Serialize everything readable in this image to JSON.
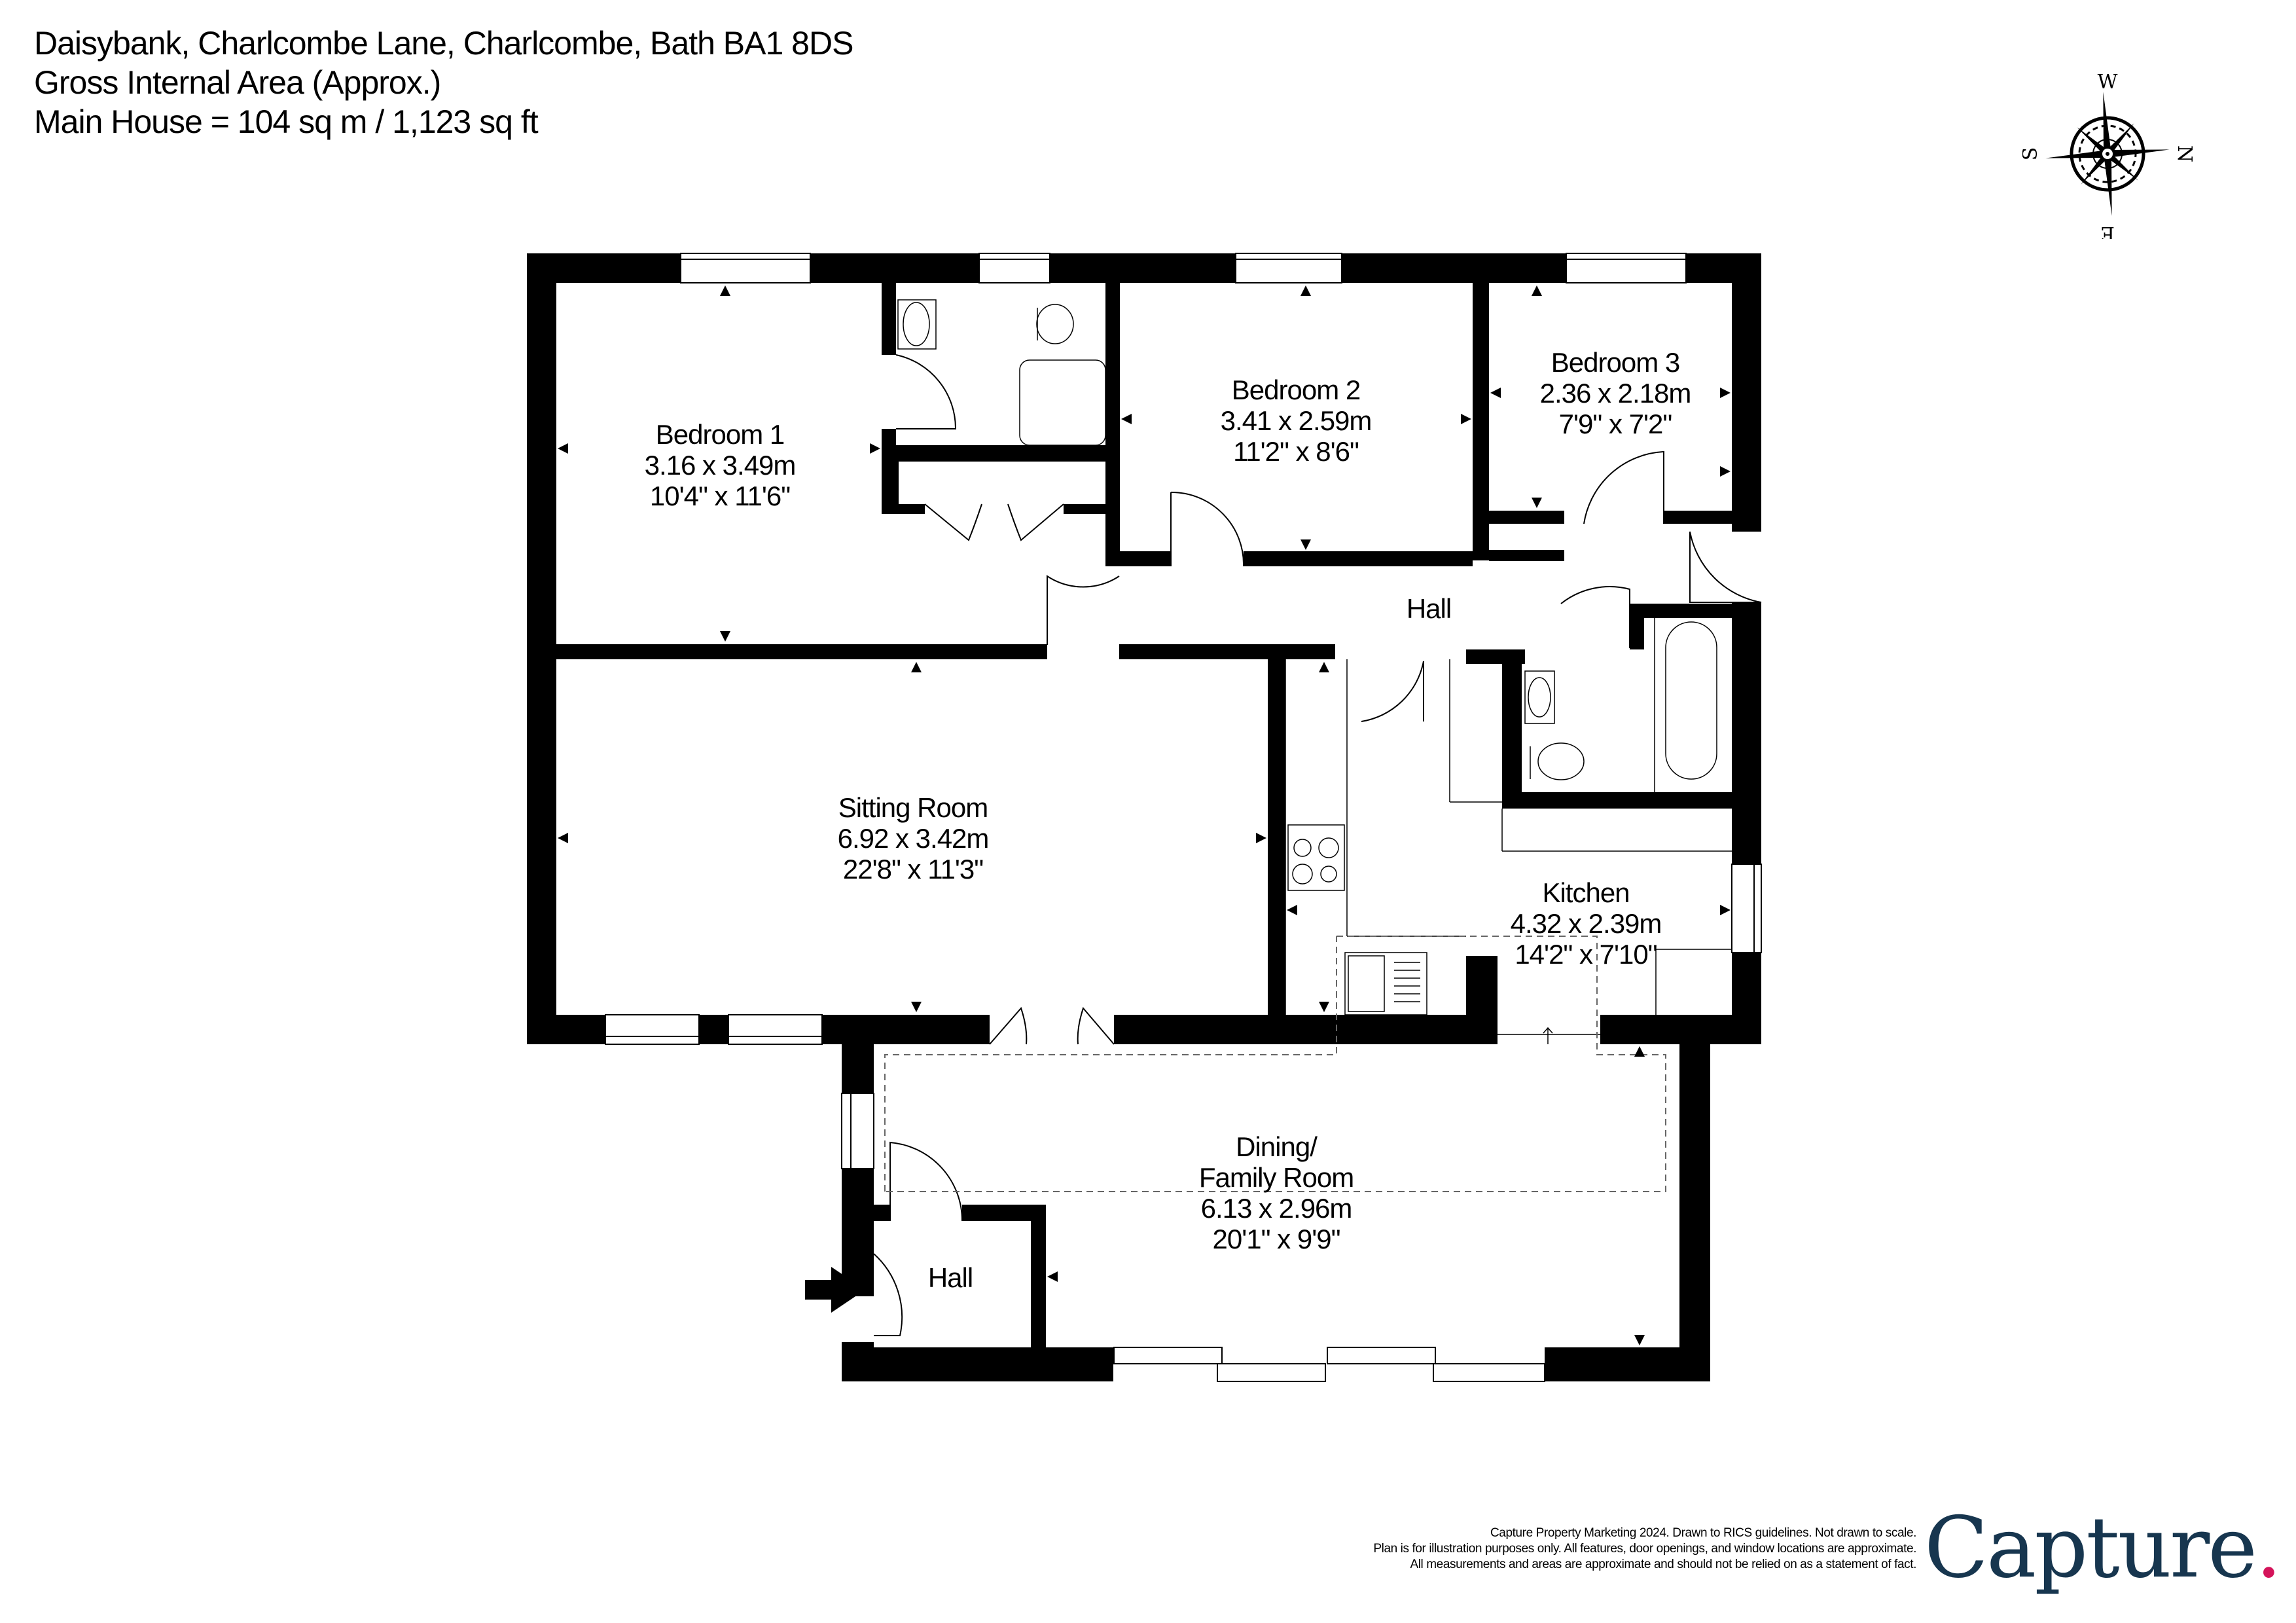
{
  "header": {
    "address": "Daisybank, Charlcombe Lane, Charlcombe, Bath BA1 8DS",
    "area_title": "Gross Internal Area (Approx.)",
    "area_value": "Main House = 104 sq m / 1,123 sq ft"
  },
  "compass": {
    "top": "W",
    "right": "N",
    "bottom": "E",
    "left": "S",
    "icon": "compass-rose-icon"
  },
  "rooms": {
    "bedroom1": {
      "name": "Bedroom 1",
      "metric": "3.16 x 3.49m",
      "imperial": "10'4\" x 11'6\""
    },
    "bedroom2": {
      "name": "Bedroom 2",
      "metric": "3.41 x 2.59m",
      "imperial": "11'2\" x 8'6\""
    },
    "bedroom3": {
      "name": "Bedroom 3",
      "metric": "2.36 x 2.18m",
      "imperial": "7'9\" x 7'2\""
    },
    "hall_upper": {
      "name": "Hall"
    },
    "sitting": {
      "name": "Sitting Room",
      "metric": "6.92 x 3.42m",
      "imperial": "22'8\" x 11'3\""
    },
    "kitchen": {
      "name": "Kitchen",
      "metric": "4.32 x 2.39m",
      "imperial": "14'2\" x 7'10\""
    },
    "dining": {
      "name_line1": "Dining/",
      "name_line2": "Family Room",
      "metric": "6.13 x 2.96m",
      "imperial": "20'1\" x 9'9\""
    },
    "hall_entrance": {
      "name": "Hall"
    }
  },
  "footer": {
    "line1": "Capture Property Marketing 2024. Drawn to RICS guidelines.  Not drawn to scale.",
    "line2": "Plan is for illustration purposes only. All features, door openings, and window locations are approximate.",
    "line3": "All measurements and areas are approximate and should not be relied on as a statement of fact.",
    "logo_text": "Capture",
    "logo_dot": ".",
    "brand_color": "#17364f",
    "accent_color": "#d4145a"
  }
}
